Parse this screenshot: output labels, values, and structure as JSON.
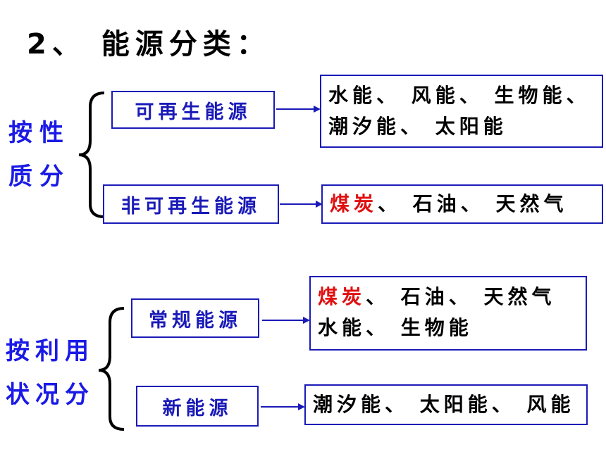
{
  "title": "2、 能源分类：",
  "section1": {
    "label_line1": "按性",
    "label_line2": "质分",
    "renewable": {
      "label": "可再生能源",
      "result_line1": "水能、 风能、 生物能、",
      "result_line2": "潮汐能、 太阳能"
    },
    "nonrenewable": {
      "label": "非可再生能源",
      "coal": "煤炭",
      "result_rest": "、 石油、 天然气"
    }
  },
  "section2": {
    "label_line1": "按利用",
    "label_line2": "状况分",
    "conventional": {
      "label": "常规能源",
      "coal": "煤炭",
      "result_line1_rest": "、 石油、  天然气",
      "result_line2": "水能、 生物能"
    },
    "new": {
      "label": "新能源",
      "result": "潮汐能、 太阳能、 风能"
    }
  },
  "colors": {
    "accent": "#1a1ae6",
    "border": "#1a1ab8",
    "coal": "#e01010",
    "text": "#000000"
  }
}
